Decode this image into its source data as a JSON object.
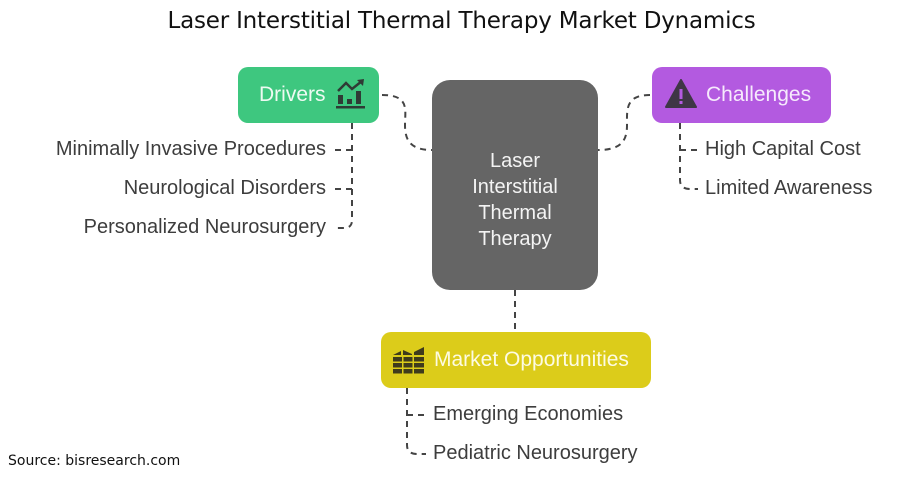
{
  "title": "Laser Interstitial Thermal Therapy Market Dynamics",
  "center": {
    "label": "Laser Interstitial Thermal Therapy",
    "lines": [
      "Laser",
      "Interstitial",
      "Thermal",
      "Therapy"
    ],
    "color": "#656565"
  },
  "drivers": {
    "label": "Drivers",
    "icon": "trending-bar-chart-icon",
    "color": "#3ec77f",
    "items": [
      "Minimally Invasive Procedures",
      "Neurological Disorders",
      "Personalized Neurosurgery"
    ]
  },
  "challenges": {
    "label": "Challenges",
    "icon": "warning-triangle-icon",
    "color": "#b35ae0",
    "items": [
      "High Capital Cost",
      "Limited Awareness"
    ]
  },
  "opportunities": {
    "label": "Market Opportunities",
    "icon": "grid-growth-icon",
    "color": "#dccc1a",
    "items": [
      "Emerging Economies",
      "Pediatric Neurosurgery"
    ]
  },
  "source": "Source: bisresearch.com"
}
